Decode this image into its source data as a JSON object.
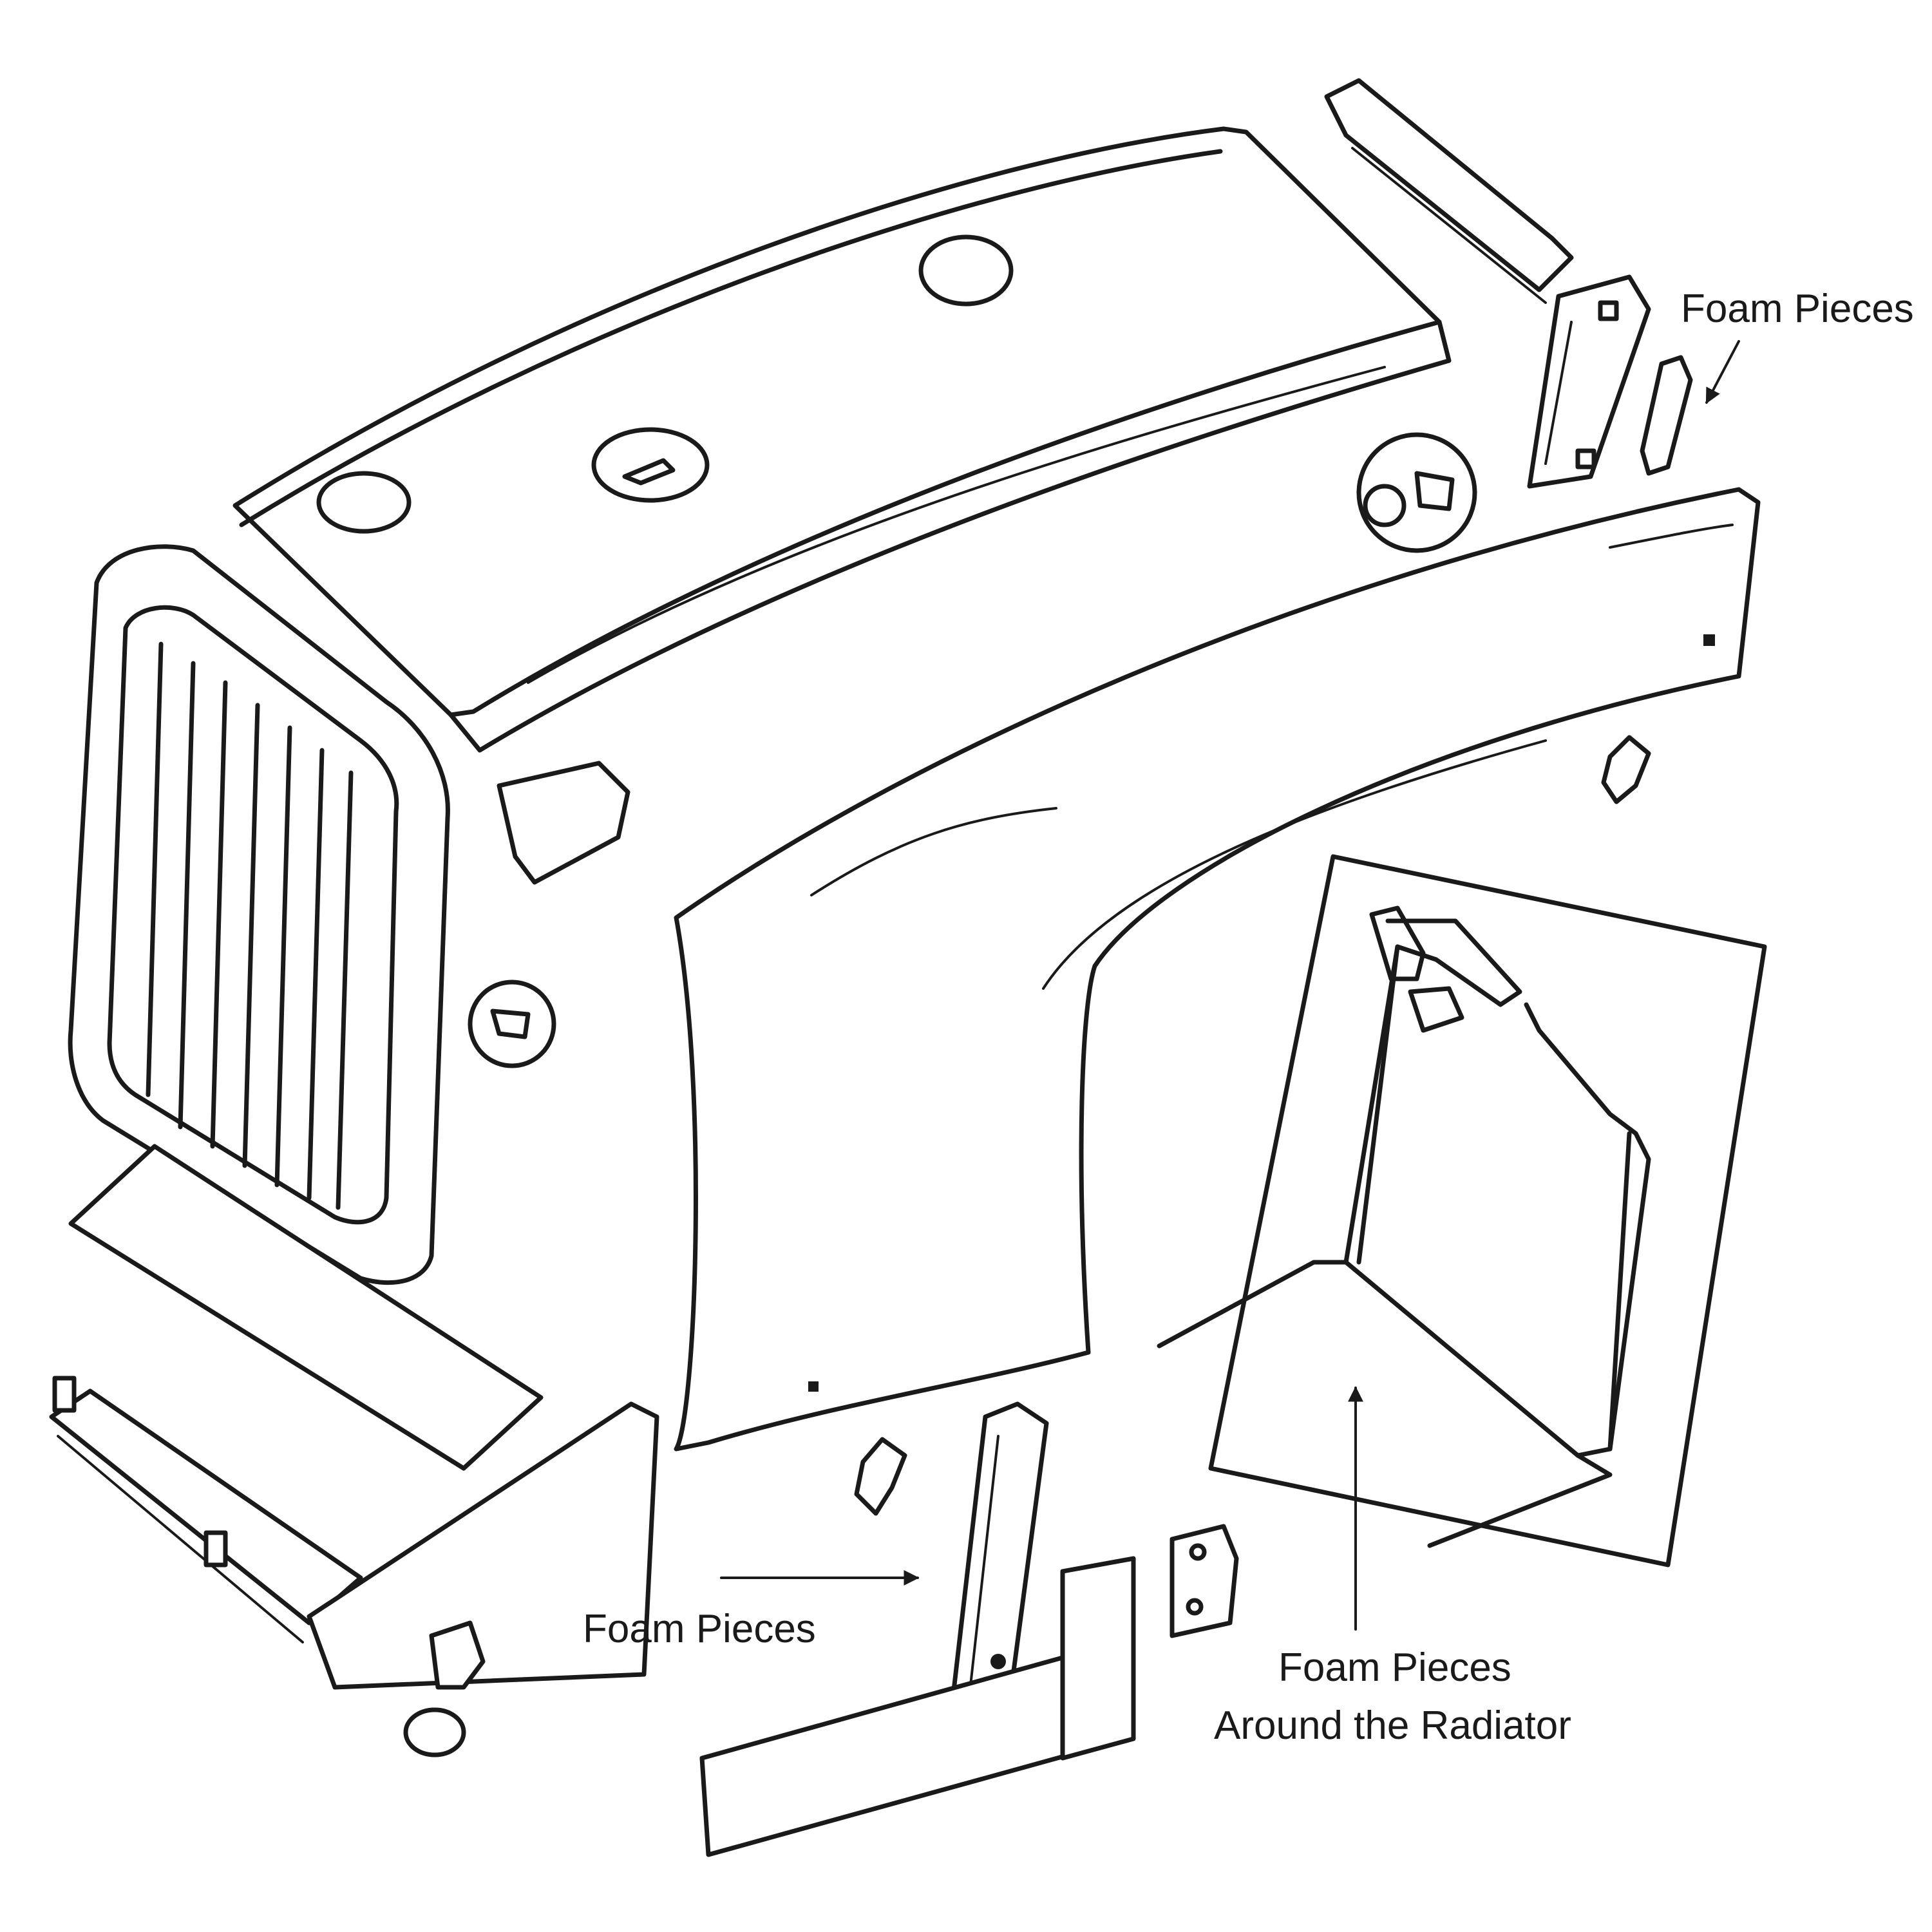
{
  "labels": {
    "foam_top_right": "Foam Pieces",
    "foam_bottom": "Foam Pieces",
    "radiator_line1": "Foam Pieces",
    "radiator_line2": "Around the Radiator"
  },
  "colors": {
    "ink": "#1a1a1a",
    "paper": "#ffffff"
  }
}
